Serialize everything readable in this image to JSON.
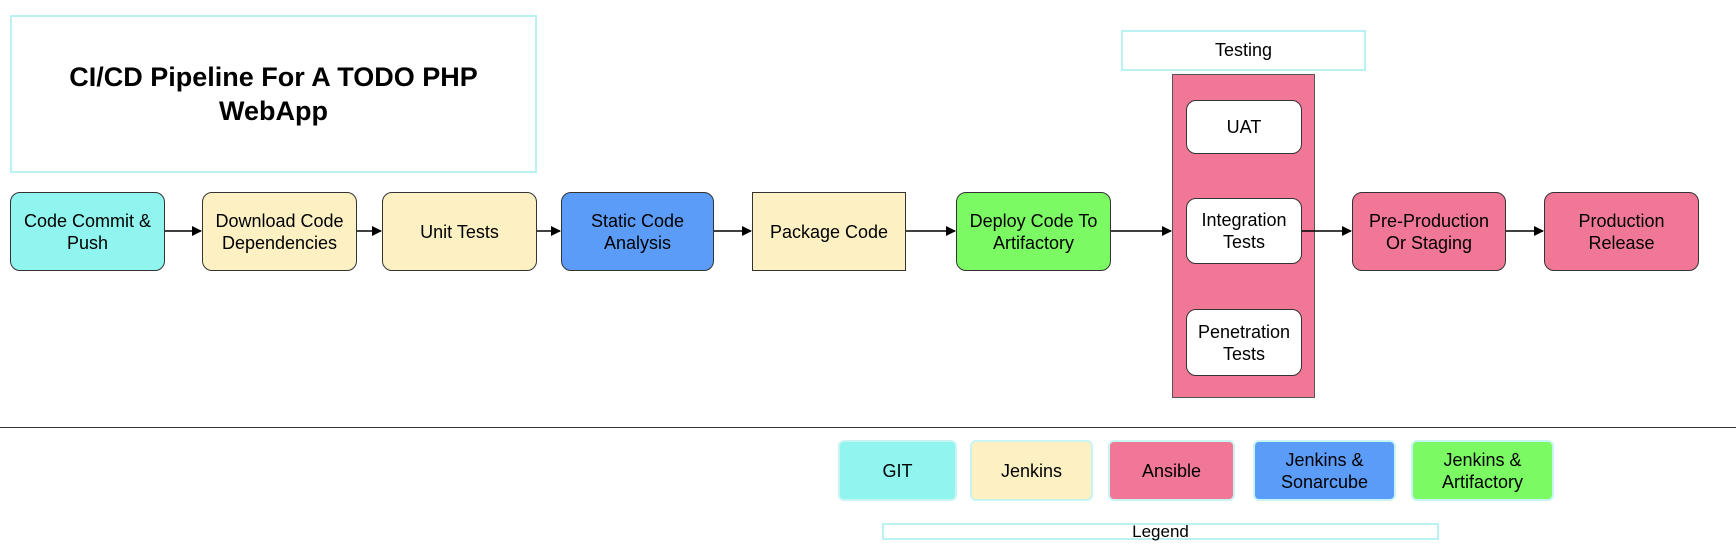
{
  "title": "CI/CD Pipeline For A TODO PHP WebApp",
  "testing_label": "Testing",
  "legend_label": "Legend",
  "pipeline": {
    "code_commit": "Code Commit & Push",
    "download_deps": "Download Code Dependencies",
    "unit_tests": "Unit Tests",
    "static_analysis": "Static Code Analysis",
    "package_code": "Package Code",
    "deploy_artifactory": "Deploy Code To Artifactory",
    "pre_production": "Pre-Production Or Staging",
    "production_release": "Production Release"
  },
  "testing": {
    "uat": "UAT",
    "integration": "Integration Tests",
    "penetration": "Penetration Tests"
  },
  "legend": {
    "git": "GIT",
    "jenkins": "Jenkins",
    "ansible": "Ansible",
    "jenkins_sonarcube": "Jenkins & Sonarcube",
    "jenkins_artifactory": "Jenkins & Artifactory"
  },
  "colors": {
    "git": "#8ff5ee",
    "jenkins": "#fdf1c4",
    "ansible": "#f07896",
    "jenkins_sonarcube": "#5a9cf8",
    "jenkins_artifactory": "#7cfa64"
  }
}
